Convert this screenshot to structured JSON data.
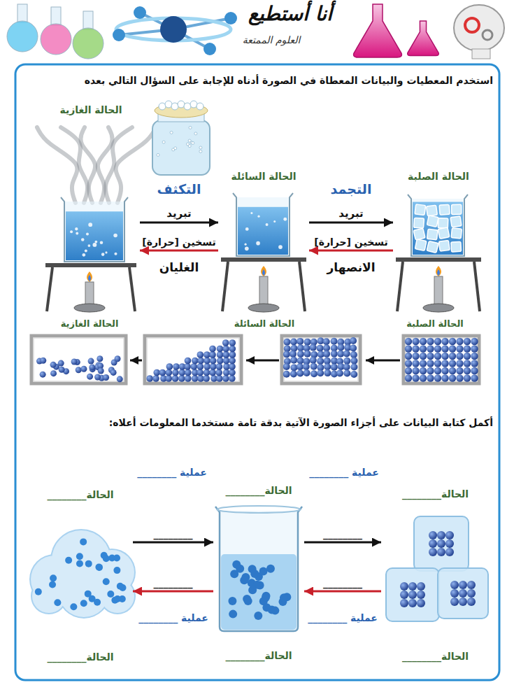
{
  "diagram": {
    "title": "أنا أستطيع",
    "nodes": [
      {
        "text": [
          "الحالة الغازية"
        ]
      },
      {
        "text": [
          "الحالة السائلة"
        ]
      },
      {
        "text": [
          "الحالة الصلبة"
        ]
      },
      {
        "text": [
          "الحالة________",
          "الحالة________"
        ]
      },
      {
        "text": [
          "الحالة________",
          "الحالة________"
        ]
      },
      {
        "text": [
          "الحالة________",
          "الحالة________"
        ]
      }
    ],
    "edges": [
      {
        "from": 0,
        "to": 1,
        "label": "تبريد",
        "arrow": "to"
      },
      {
        "from": 1,
        "to": 0,
        "label": "تسخين [حرارة]",
        "arrow": "to"
      },
      {
        "from": 1,
        "to": 2,
        "label": "تبريد",
        "arrow": "to"
      },
      {
        "from": 2,
        "to": 1,
        "label": "تسخين [حرارة]",
        "arrow": "to"
      },
      {
        "from": 3,
        "to": 4,
        "label": "________",
        "arrow": "to"
      },
      {
        "from": 4,
        "to": 3,
        "label": "________",
        "arrow": "to"
      },
      {
        "from": 4,
        "to": 5,
        "label": "________",
        "arrow": "to"
      },
      {
        "from": 5,
        "to": 4,
        "label": "________",
        "arrow": "to"
      }
    ],
    "labels": [
      "العلوم الممتعة",
      "استخدم المعطيات والبيانات المعطاة في الصورة أدناه للإجابة على السؤال التالي بعده",
      "التكثف",
      "الغليان",
      "التجمد",
      "الانصهار",
      "الحالة الغازية",
      "الحالة السائلة",
      "الحالة الصلبة",
      "أكمل كتابة البيانات على أجزاء الصورة الآتية بدقة تامة مستخدما المعلومات أعلاه:",
      "عملية ________",
      "عملية ________",
      "عملية ________",
      "عملية ________"
    ]
  }
}
